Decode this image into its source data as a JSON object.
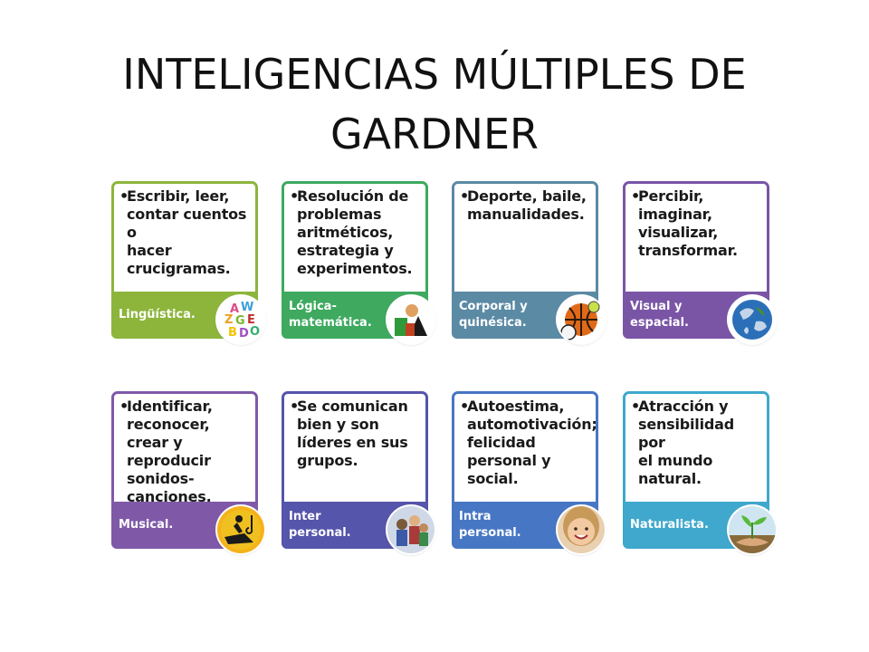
{
  "title": "INTELIGENCIAS MÚLTIPLES DE GARDNER",
  "cards": [
    {
      "text": "Escribir, leer, contar cuentos o hacer crucigramas.",
      "label": "Lingüística.",
      "color": "#8db53c",
      "icon": "alphabet-letters-icon"
    },
    {
      "text": "Resolución de problemas aritméticos, estrategia y experimentos.",
      "label": "Lógica-\nmatemática.",
      "color": "#3ea95f",
      "icon": "geometric-shapes-icon"
    },
    {
      "text": "Deporte, baile, manualidades.",
      "label": "Corporal y\nquinésica.",
      "color": "#5b8aa5",
      "icon": "sports-balls-icon"
    },
    {
      "text": "Percibir, imaginar, visualizar, transformar.",
      "label": "Visual y\nespacial.",
      "color": "#7a55a6",
      "icon": "earth-globe-icon"
    },
    {
      "text": "Identificar, reconocer, crear y reproducir sonidos-canciones.",
      "label": "Musical.",
      "color": "#7f59a8",
      "icon": "piano-player-icon"
    },
    {
      "text": "Se comunican bien y son líderes en sus grupos.",
      "label": "Inter\npersonal.",
      "color": "#5555ab",
      "icon": "people-group-icon"
    },
    {
      "text": "Autoestima, automotivación; felicidad personal y social.",
      "label": "Intra\npersonal.",
      "color": "#4777c4",
      "icon": "smiling-girl-icon"
    },
    {
      "text": "Atracción y sensibilidad por el mundo natural.",
      "label": "Naturalista.",
      "color": "#3fa8cc",
      "icon": "plant-in-hands-icon"
    }
  ]
}
